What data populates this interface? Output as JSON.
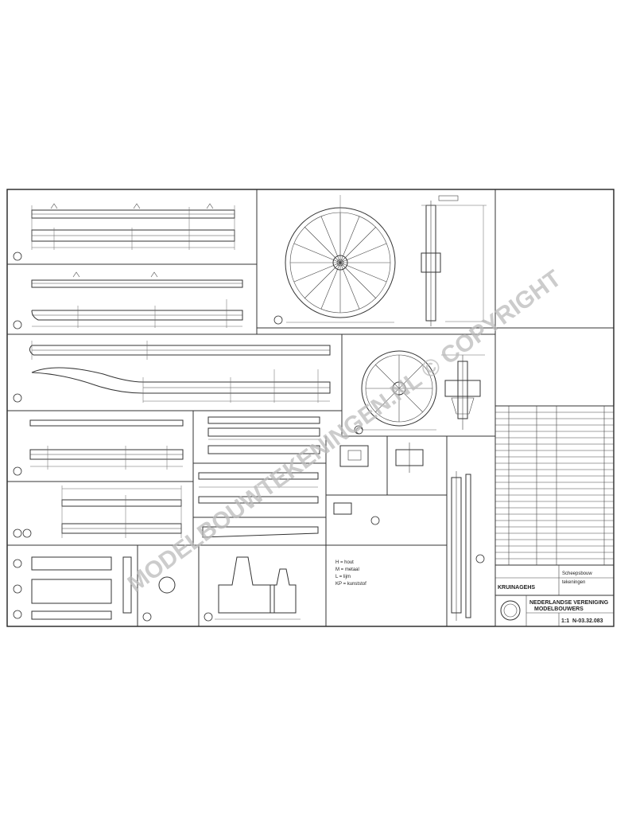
{
  "title_block": {
    "company_line1": "NEDERLANDSE VERENIGING",
    "company_line2": "MODELBOUWERS",
    "drawing_title": "Scheepsbouw",
    "drawing_subtitle": "tekeningen",
    "name_field": "KRUINAGEHS",
    "scale": "1:1",
    "drawing_number": "N-03.32.083"
  },
  "watermark": "MODELBOUWTEKENINGEN.NL © COPYRIGHT",
  "notes": [
    "H = hout",
    "M = metaal",
    "L = lijm",
    "KP = kunststof"
  ]
}
